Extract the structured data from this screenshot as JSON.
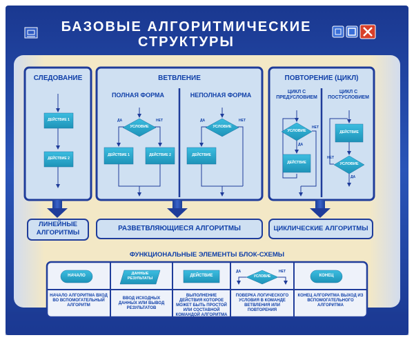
{
  "header": {
    "title_line1": "БАЗОВЫЕ АЛГОРИТМИЧЕСКИЕ",
    "title_line2": "СТРУКТУРЫ"
  },
  "sections": {
    "sequence": {
      "title": "СЛЕДОВАНИЕ",
      "action1": "ДЕЙСТВИЕ 1",
      "action2": "ДЕЙСТВИЕ 2",
      "bottom_label": "ЛИНЕЙНЫЕ АЛГОРИТМЫ"
    },
    "branching": {
      "title": "ВЕТВЛЕНИЕ",
      "full_form": "ПОЛНАЯ ФОРМА",
      "partial_form": "НЕПОЛНАЯ ФОРМА",
      "condition": "УСЛОВИЕ",
      "yes": "ДА",
      "no": "НЕТ",
      "action1": "ДЕЙСТВИЕ 1",
      "action2": "ДЕЙСТВИЕ 2",
      "action": "ДЕЙСТВИЕ",
      "bottom_label": "РАЗВЕТВЛЯЮЩИЕСЯ АЛГОРИТМЫ"
    },
    "loop": {
      "title": "ПОВТОРЕНИЕ (ЦИКЛ)",
      "pre_condition": "ЦИКЛ С ПРЕДУСЛОВИЕМ",
      "post_condition": "ЦИКЛ С ПОСТУСЛОВИЕМ",
      "condition": "УСЛОВИЕ",
      "action": "ДЕЙСТВИЕ",
      "yes": "ДА",
      "no": "НЕТ",
      "bottom_label": "ЦИКЛИЧЕСКИЕ АЛГОРИТМЫ"
    }
  },
  "functional": {
    "title": "ФУНКЦИОНАЛЬНЫЕ ЭЛЕМЕНТЫ БЛОК-СХЕМЫ",
    "items": [
      {
        "shape": "НАЧАЛО",
        "desc": "НАЧАЛО АЛГОРИТМА ВХОД ВО ВСПОМОГАТЕЛЬНЫЙ АЛГОРИТМ"
      },
      {
        "shape": "ДАННЫЕ РЕЗУЛЬТАТЫ",
        "desc": "ВВОД ИСХОДНЫХ ДАННЫХ ИЛИ ВЫВОД РЕЗУЛЬТАТОВ"
      },
      {
        "shape": "ДЕЙСТВИЕ",
        "desc": "ВЫПОЛНЕНИЕ ДЕЙСТВИЯ КОТОРОЕ МОЖЕТ БЫТЬ ПРОСТОЙ ИЛИ СОСТАВНОЙ КОМАНДОЙ АЛГОРИТМА"
      },
      {
        "shape": "УСЛОВИЕ",
        "yes": "ДА",
        "no": "НЕТ",
        "desc": "ПОВЕРКА ЛОГИЧЕСКОГО УСЛОВИЯ В КОМАНДЕ ВЕТВЛЕНИЯ ИЛИ ПОВТОРЕНИЯ"
      },
      {
        "shape": "КОНЕЦ",
        "desc": "КОНЕЦ АЛГОРИТМА ВЫХОД ИЗ ВСПОМОГАТЕЛЬНОГО АЛГОРИТМА"
      }
    ]
  },
  "colors": {
    "frame": "#1f3c9a",
    "panel": "#f4e9c8",
    "section_fill": "#cfe0f2",
    "shape_fill": "#2aa6c8",
    "text_blue": "#0f3fa8"
  },
  "icons": [
    "window-app-icon",
    "minimize-icon",
    "maximize-icon",
    "close-icon"
  ]
}
